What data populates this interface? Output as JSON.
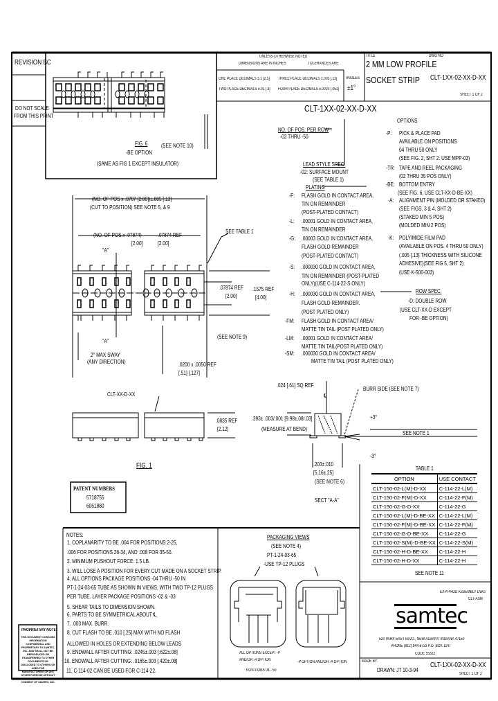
{
  "title_block": {
    "revision": "REVISION BC",
    "do_not_scale": [
      "DO NOT SCALE",
      "FROM THIS PRINT"
    ],
    "unless_noted": "UNLESS OTHERWISE NOTED",
    "dims_in": "DIMENSIONS ARE IN INCHES",
    "tolerances": "TOLERANCES ARE",
    "one_place": "ONE PLACE DECIMALS ±.1 [2.5]",
    "three_place": "THREE PLACE DECIMALS ±.005 [.13]",
    "two_place": "TWO PLACE DECIMALS ±.01 [.3]",
    "four_place": "FOUR PLACE DECIMALS ±.0020 [.051]",
    "angles_label": "ANGLES",
    "angles_value": "±1°",
    "title_label": "TITLE",
    "title_line1": "2 MM LOW PROFILE",
    "title_line2": "SOCKET STRIP",
    "dwg_label": "DWG NO",
    "dwg_no": "CLT-1XX-02-XX-D-XX",
    "sheet": "SHEET 1 OF 2"
  },
  "part_number": {
    "code": "CLT-1XX-02-XX-D-XX",
    "options_label": "OPTIONS",
    "pos_label": "NO. OF POS. PER ROW",
    "pos_range": "-02 THRU -50",
    "lead_label": "LEAD STYLE SPEC.",
    "lead_items": [
      "-02: SURFACE MOUNT",
      "(SEE TABLE 1)"
    ],
    "plating_label": "PLATING",
    "plating": [
      {
        "code": "-F:",
        "lines": [
          "FLASH GOLD IN CONTACT AREA,",
          "TIN ON REMAINDER",
          "(POST-PLATED CONTACT)"
        ]
      },
      {
        "code": "-L:",
        "lines": [
          ".00001 GOLD IN CONTACT AREA,",
          "TIN ON REMAINDER"
        ]
      },
      {
        "code": "-G:",
        "lines": [
          ".00003 GOLD IN CONTACT AREA,",
          "FLASH GOLD REMAINDER",
          "(POST-PLATED CONTACT)"
        ]
      },
      {
        "code": "-S:",
        "lines": [
          ".000030 GOLD IN CONTACT AREA,",
          "TIN ON REMAINDER (POST-PLATED",
          "ONLY)(USE C-114-22-S ONLY)"
        ]
      },
      {
        "code": "-H:",
        "lines": [
          ".000030 GOLD IN CONTACT AREA,",
          "FLASH GOLD REMAINDER.",
          "(POST PLATED ONLY)"
        ]
      },
      {
        "code": "-FM:",
        "lines": [
          "FLASH GOLD IN CONTACT AREA/",
          "MATTE TIN TAIL (POST PLATED ONLY)"
        ]
      },
      {
        "code": "-LM:",
        "lines": [
          ".00001 GOLD IN CONTACT AREA/",
          "MATTE TIN TAIL(POST PLATED ONLY)"
        ]
      },
      {
        "code": "-SM:",
        "lines": [
          ".000030 GOLD IN CONTACT AREA/",
          "MATTE TIN TAIL (POST PLATED ONLY)"
        ]
      }
    ],
    "options": [
      {
        "code": "-P:",
        "lines": [
          "PICK & PLACE PAD",
          "AVAILABLE ON POSITIONS",
          "04 THRU 50 ONLY",
          "(SEE FIG. 2, SHT 2. USE MPP-03)"
        ]
      },
      {
        "code": "-TR:",
        "lines": [
          "TAPE AND REEL PACKAGING",
          "(02 THRU 35 POS ONLY)"
        ]
      },
      {
        "code": "-BE:",
        "lines": [
          "BOTTOM ENTRY",
          "(SEE FIG. 6, USE CLT-XX-D-BE-XX)"
        ]
      },
      {
        "code": "-A:",
        "lines": [
          "ALIGNMENT PIN (MOLDED OR STAKED)",
          "(SEE FIGS. 3 & 4, SHT 2)",
          "(STAKED MIN 5 POS)",
          "(MOLDED MIN 2 POS)"
        ]
      },
      {
        "code": "-K:",
        "lines": [
          "POLYIMIDE FILM PAD",
          "(AVAILABLE ON POS. 4 THRU 50 ONLY)",
          "(.005 [.13] THICKNESS WITH SILICONE",
          "ADHESIVE)(SEE FIG 5, SHT 2)",
          "(USE K-500-003)"
        ]
      }
    ],
    "row_label": "ROW SPEC.",
    "row_items": [
      "-D: DOUBLE ROW",
      "(USE CLT-XX-D EXCEPT",
      "FOR -BE OPTION)"
    ]
  },
  "fig6": {
    "see_note": "(SEE NOTE 10)",
    "label": "FIG. 6",
    "option": "-BE OPTION",
    "note": "(SAME AS FIG 1 EXCEPT INSULATOR)"
  },
  "fig1": {
    "overall_dim": "(NO. OF POS x .0787 [2.00])±.005 [.13]",
    "cut_note": "(CUT TO POSITION) SEE NOTE 5, & 9",
    "pitch_dim": "(NO. OF POS x .07874)",
    "pitch_dim_mm": "[2.00]",
    "pitch_ref": ".07874 REF",
    "pitch_ref_mm": "[2.00]",
    "see_table": "SEE TABLE 1",
    "row_ref": ".07874 REF",
    "row_ref_mm": "[2.00]",
    "width_ref": ".1575 REF",
    "width_ref_mm": "[4.00]",
    "section_mark": "\"A\"",
    "see_note9": "(SEE NOTE 9)",
    "sway": "2° MAX SWAY",
    "sway2": "(ANY DIRECTION)",
    "lead_dim": ".0200 x .0050 REF",
    "lead_dim_mm": "[.51]    [.127]",
    "side_callout": "CLT-XX-D-XX",
    "height_ref": ".0835 REF",
    "height_ref_mm": "[2.12]",
    "label": "FIG. 1"
  },
  "section": {
    "sq_ref": ".024 [.61] SQ REF",
    "cl": "℄",
    "burr": "BURR SIDE (SEE NOTE 7)",
    "height_dim": ".393± .003/.001 [9.98±.08/.03]",
    "measure": "(MEASURE AT BEND)",
    "plus_angle": "+3°",
    "minus_angle": "-3°",
    "flatness": "SEE NOTE 1",
    "width_dim": ".203±.010",
    "width_mm": "[5.16±.25]",
    "see_note": "(SEE NOTE 6)",
    "label": "SECT \"A-A\""
  },
  "patents": {
    "title": "PATENT NUMBERS",
    "numbers": [
      "5718755",
      "6061880"
    ]
  },
  "table1": {
    "title": "TABLE 1",
    "headers": [
      "OPTION",
      "USE CONTACT"
    ],
    "rows": [
      [
        "CLT-150-02-L(M)-D-XX",
        "C-114-22-L(M)"
      ],
      [
        "CLT-150-02-F(M)-D-XX",
        "C-114-22-F(M)"
      ],
      [
        "CLT-150-02-G-D-XX",
        "C-114-22-G"
      ],
      [
        "CLT-150-02-L(M)-D-BE-XX",
        "C-114-22-L(M)"
      ],
      [
        "CLT-150-02-F(M)-D-BE-XX",
        "C-114-22-F(M)"
      ],
      [
        "CLT-150-02-G-D-BE-XX",
        "C-114-22-G"
      ],
      [
        "CLT-150-02-S(M)-D-BE-XX",
        "C-114-22-S(M)"
      ],
      [
        "CLT-150-02-H-D-BE-XX",
        "C-114-22-H"
      ],
      [
        "CLT-150-02-H-D-XX",
        "C-114-22-H"
      ]
    ],
    "footer": "SEE NOTE 11"
  },
  "notes": {
    "title": "NOTES:",
    "lines": [
      "1. COPLANARITY TO BE .004 FOR POSITIONS 2-25,",
      "   .006 FOR POSITIONS 26-34, AND .008 FOR 35-50.",
      "2. MINIMUM PUSHOUT FORCE: 1.5 LB.",
      "3. WILL LOSE A POSITION FOR EVERY CUT MADE ON A SOCKET STRIP.",
      "4. ALL OPTIONS PACKAGE POSITIONS -04 THRU -50 IN",
      "   PT-1-24-03-65 TUBE AS SHOWN IN VIEWS, WITH TWO TP-12 PLUGS",
      "   PER TUBE. LAYER PACKAGE POSITIONS -02 & -03",
      "5. SHEAR TAILS TO DIMENSION SHOWN.",
      "6. PARTS TO BE SYMMETRICAL ABOUT ℄.",
      "7. .003 MAX. BURR.",
      "8. CUT FLASH TO BE .010 [.25] MAX WITH NO FLASH",
      "   ALLOWED IN HOLES OR EXTENDING BELOW LEADS",
      "9. ENDWALL AFTER CUTTING: .0245±.003 [.622±.08]",
      "10. ENDWALL AFTER CUTTING: .0165±.003 [.420±.08]",
      "11. C-114-02 CAN BE USED FOR C-114-22."
    ]
  },
  "packaging": {
    "title": "PACKAGING VIEWS",
    "see_note": "(SEE NOTE 4)",
    "tube": "PT-1-24-03-65",
    "plugs": "-USE TP-12 PLUGS",
    "caption_left": [
      "ALL OPTIONS EXCEPT -P",
      "AND/OR -A OPTION",
      "POSITIONS 04 - 50"
    ],
    "caption_right": "-P OPTION AND/OR -A OPTION"
  },
  "proprietary": {
    "title": "PROPRIETARY NOTE",
    "text": "THIS DOCUMENT CONTAINS INFORMATION CONFIDENTIAL AND PROPRIETARY TO SAMTEC, INC. AND SHALL NOT BE REPRODUCED OR TRANSFERRED TO OTHER DOCUMENTS OR DISCLOSED TO OTHERS OR USED FOR MANUFACTURING OR ANY OTHER PURPOSE WITHOUT THE EXPRESS WRITTEN CONSENT OF SAMTEC, INC."
  },
  "company": {
    "dwg_type": "EXP PROD ASSEMBLY DWG",
    "asm": "CLT-ASM",
    "logo": "samtec",
    "address": "520 PARK EAST BLVD., NEW ALBANY, INDIANA 47150",
    "phone": "PHONE (812) 944-6733  P.O. BOX 1147",
    "code": "CODE 55322",
    "made_by_label": "MADE BY:",
    "made_by": "DRAWN: JT 10-3-94",
    "dwg_no": "CLT-1XX-02-XX-D-XX",
    "sheet": "SHEET 1 OF 2"
  }
}
